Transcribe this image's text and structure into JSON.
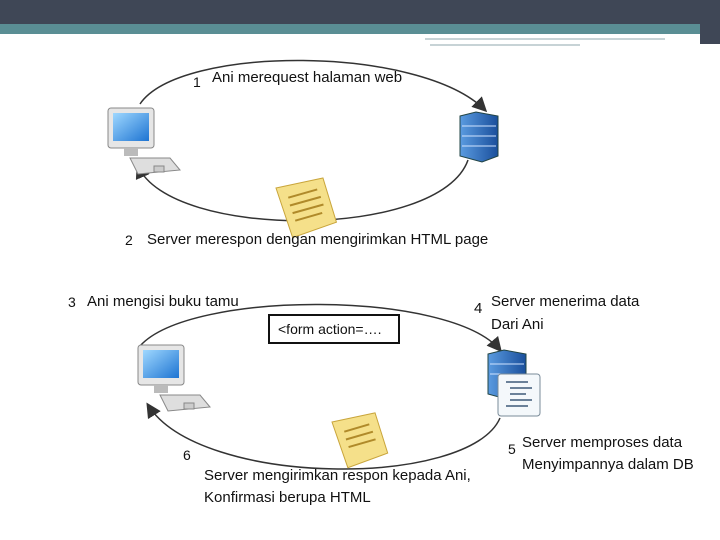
{
  "steps": {
    "s1": {
      "num": "1",
      "label": "Ani merequest halaman web"
    },
    "s2": {
      "num": "2",
      "label": "Server merespon dengan mengirimkan HTML page"
    },
    "s3": {
      "num": "3",
      "label": "Ani mengisi buku tamu"
    },
    "s4": {
      "num": "4",
      "line1": "Server menerima data",
      "line2": "Dari Ani"
    },
    "s5": {
      "num": "5",
      "line1": "Server memproses data",
      "line2": "Menyimpannya dalam DB"
    },
    "s6": {
      "num": "6",
      "line1": "Server mengirimkan respon kepada Ani,",
      "line2": "Konfirmasi berupa HTML"
    }
  },
  "form_snippet": "<form action=….",
  "icons": [
    "computer-icon",
    "server-icon",
    "document-icon",
    "database-list-icon"
  ],
  "colors": {
    "header": "#3f4756",
    "accent": "#5a8e94",
    "arrow": "#333333",
    "document": "#f5e08a"
  }
}
